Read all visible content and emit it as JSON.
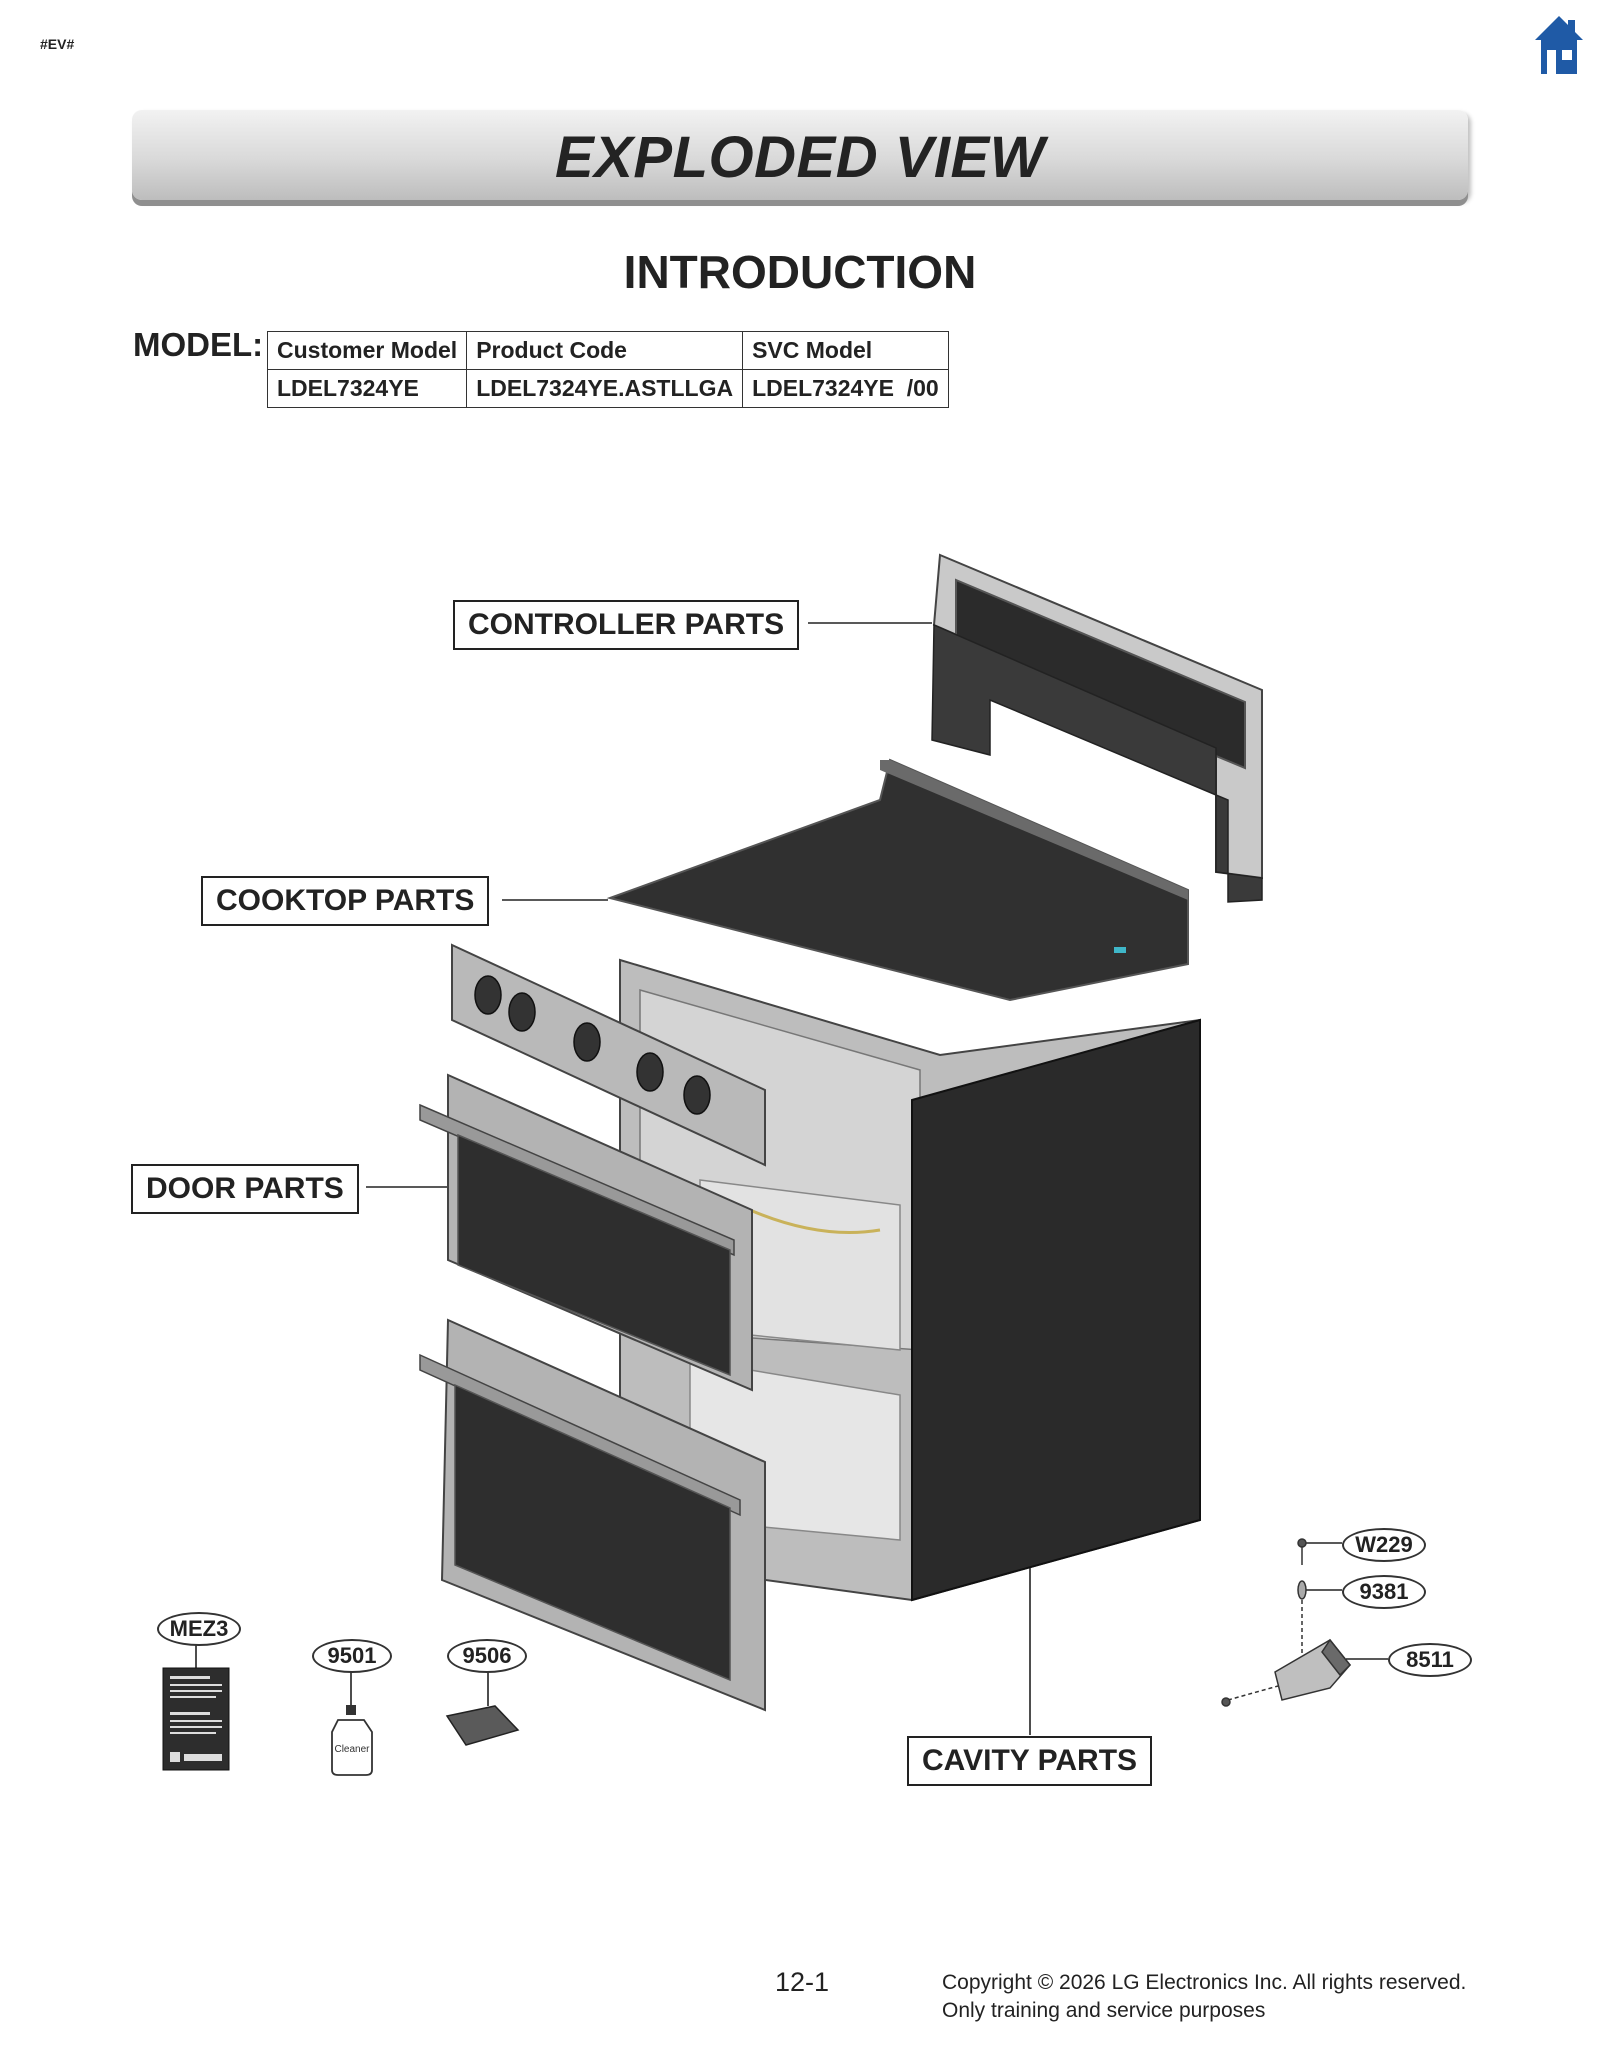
{
  "doc_tag": "#EV#",
  "banner_title": "EXPLODED VIEW",
  "section_title": "INTRODUCTION",
  "model": {
    "label": "MODEL:",
    "headers": [
      "Customer Model",
      "Product Code",
      "SVC Model"
    ],
    "values": [
      "LDEL7324YE",
      "LDEL7324YE.ASTLLGA",
      "LDEL7324YE  /00"
    ]
  },
  "callouts": {
    "controller": "CONTROLLER PARTS",
    "cooktop": "COOKTOP PARTS",
    "door": "DOOR PARTS",
    "cavity": "CAVITY PARTS"
  },
  "part_numbers": {
    "mez3": "MEZ3",
    "p9501": "9501",
    "p9506": "9506",
    "w229": "W229",
    "p9381": "9381",
    "p8511": "8511"
  },
  "cleaner_label": "Cleaner",
  "footer": {
    "page": "12-1",
    "copyright": "Copyright © 2026 LG Electronics Inc. All rights reserved.",
    "notice": "Only training and service purposes"
  },
  "colors": {
    "home_icon": "#1f5aa6",
    "panel_dark": "#2e2e2e",
    "steel": "#bdbdbd"
  },
  "icons": {
    "home": "home-icon"
  }
}
